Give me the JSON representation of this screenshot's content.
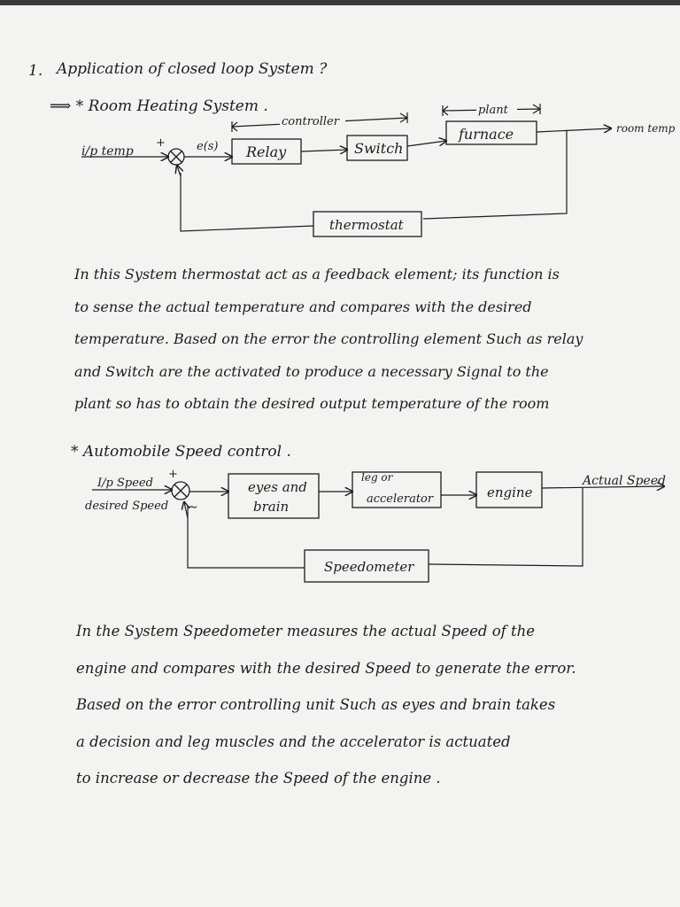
{
  "question": {
    "number": "1.",
    "title": "Application of closed loop System ?"
  },
  "room_heating": {
    "heading": "⟹ * Room Heating System .",
    "controller_label": "controller",
    "plant_label": "plant",
    "input_label": "i/p temp",
    "plus_sign": "+",
    "error_label": "e(s)",
    "relay": "Relay",
    "switch": "Switch",
    "furnace": "furnace",
    "output_label": "room temp",
    "feedback_block": "thermostat",
    "paragraph": [
      "In this System thermostat act as a feedback element; its function is",
      "to sense the actual temperature and compares with the desired",
      "temperature. Based on the error the controlling element Such as relay",
      "and Switch are the activated to produce a necessary Signal to the",
      "plant so has to obtain the desired output temperature of the room"
    ]
  },
  "automobile": {
    "heading": "* Automobile Speed control .",
    "input_label": "I/p Speed",
    "input_label_2": "desired Speed",
    "plus_sign": "+",
    "minus_sign": "~",
    "eyes_brain_1": "eyes and",
    "eyes_brain_2": "brain",
    "leg_1": "leg or",
    "leg_2": "accelerator",
    "engine": "engine",
    "output_label": "Actual Speed",
    "feedback_block": "Speedometer",
    "paragraph": [
      "In the System Speedometer measures the actual Speed of the",
      "engine and compares with the desired Speed to generate the error.",
      "Based on the error controlling unit Such as eyes and brain takes",
      "a decision and leg muscles and the accelerator is actuated",
      "to increase or decrease the Speed of the engine ."
    ]
  }
}
